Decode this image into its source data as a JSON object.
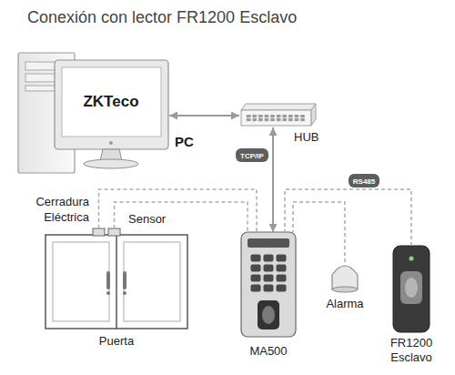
{
  "diagram": {
    "title": "Conexión con lector FR1200 Esclavo",
    "nodes": [
      {
        "text": [
          "PC"
        ]
      },
      {
        "text": [
          "HUB"
        ]
      },
      {
        "text": [
          "Cerradura Eléctrica"
        ]
      },
      {
        "text": [
          "Sensor"
        ]
      },
      {
        "text": [
          "Puerta"
        ]
      },
      {
        "text": [
          "MA500"
        ]
      },
      {
        "text": [
          "Alarma"
        ]
      },
      {
        "text": [
          "FR1200 Esclavo"
        ]
      }
    ],
    "edges": [
      {
        "from": 0,
        "to": 1,
        "arrow": "both"
      },
      {
        "from": 1,
        "to": 5,
        "label": "TCP/IP",
        "arrow": "both"
      },
      {
        "from": 2,
        "to": 5,
        "arrow": "none"
      },
      {
        "from": 3,
        "to": 5,
        "arrow": "none"
      },
      {
        "from": 6,
        "to": 5,
        "arrow": "none"
      },
      {
        "from": 7,
        "to": 5,
        "label": "RS485",
        "arrow": "none"
      }
    ],
    "labels": [
      "ZKTeco"
    ]
  }
}
